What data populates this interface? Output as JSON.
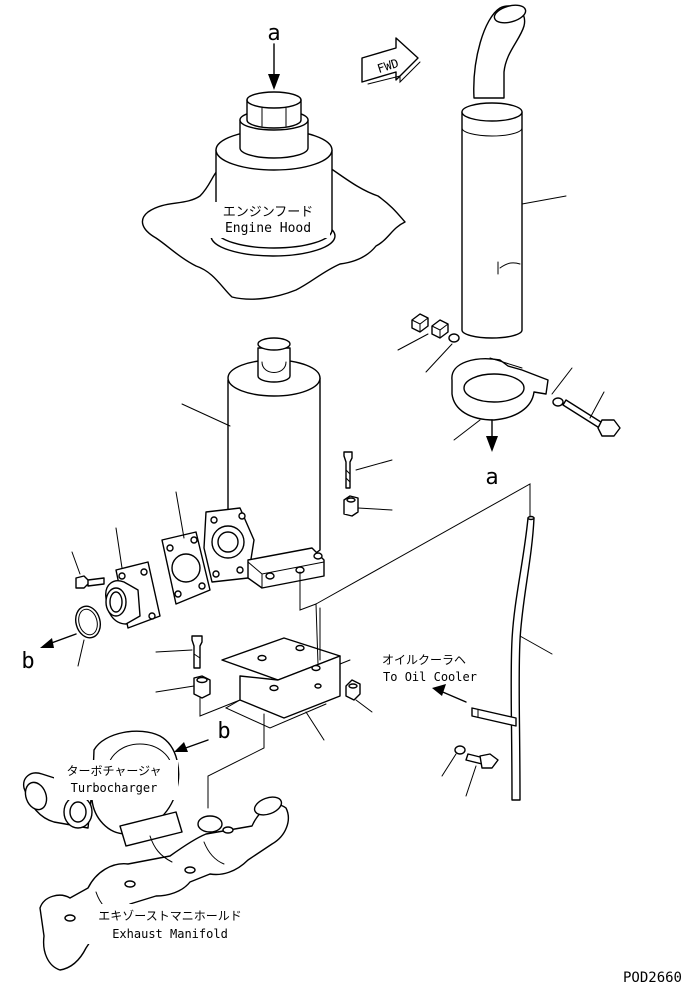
{
  "drawing_number": "POD2660",
  "direction_marker": "FWD",
  "refs": {
    "a_top": "a",
    "a_clamp": "a",
    "b_left": "b",
    "b_turbo": "b"
  },
  "labels": {
    "engine_hood_jp": "エンジンフード",
    "engine_hood_en": "Engine Hood",
    "oil_cooler_jp": "オイルクーラヘ",
    "oil_cooler_en": "To Oil Cooler",
    "turbocharger_jp": "ターボチャージャ",
    "turbocharger_en": "Turbocharger",
    "exhaust_manifold_jp": "エキゾーストマニホールド",
    "exhaust_manifold_en": "Exhaust Manifold"
  }
}
